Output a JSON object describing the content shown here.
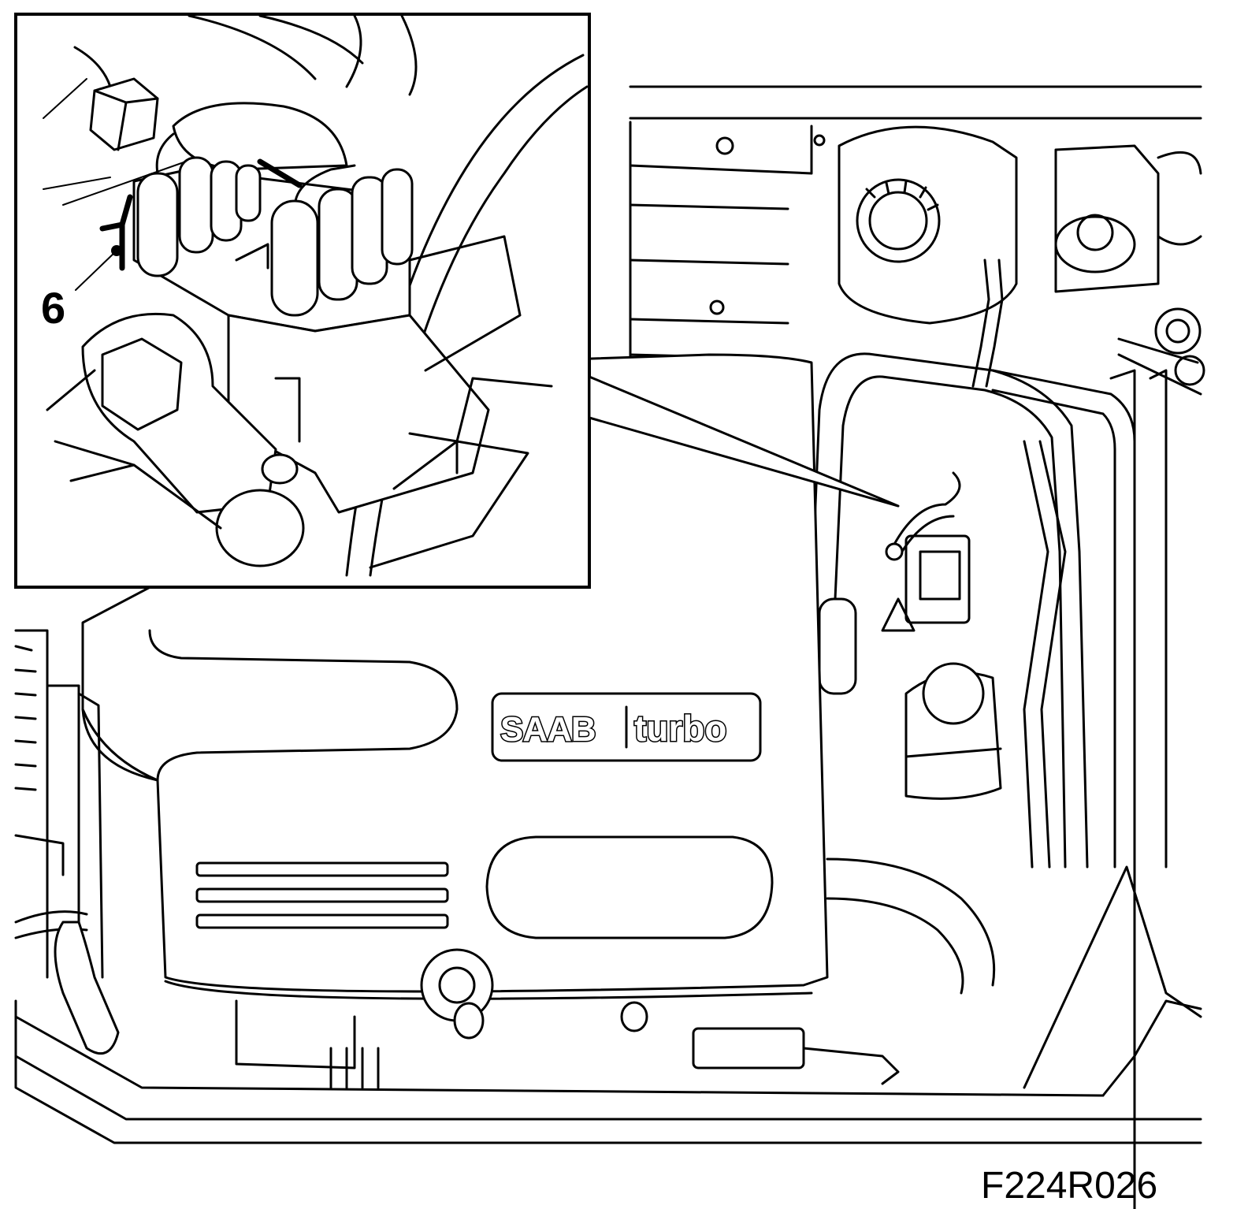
{
  "figure": {
    "callout_label": "6",
    "figure_code": "F224R026",
    "emblem": {
      "brand": "SAAB",
      "model": "turbo"
    }
  },
  "colors": {
    "line": "#000000",
    "background": "#ffffff"
  }
}
